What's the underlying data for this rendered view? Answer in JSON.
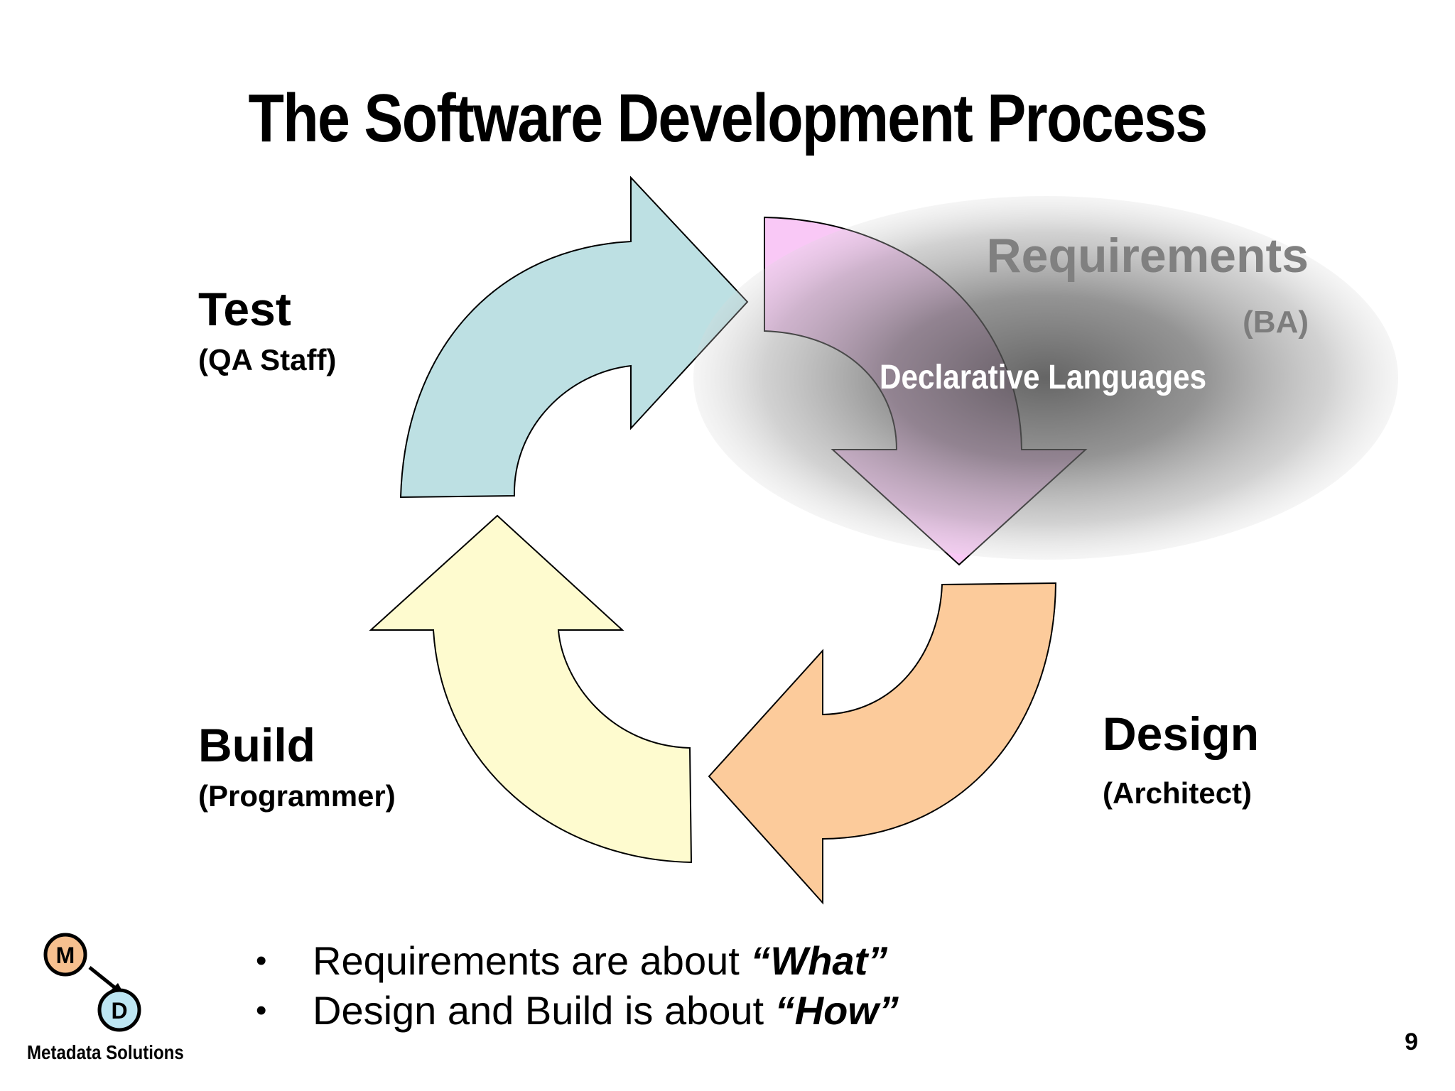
{
  "title": "The Software Development Process",
  "roles": {
    "test": {
      "name": "Test",
      "who": "(QA Staff)"
    },
    "build": {
      "name": "Build",
      "who": "(Programmer)"
    },
    "design": {
      "name": "Design",
      "who": "(Architect)"
    },
    "requirements": {
      "name": "Requirements",
      "who": "(BA)"
    }
  },
  "overlay_label": "Declarative Languages",
  "bullets": [
    {
      "text": "Requirements are about ",
      "emphasis": "“What”"
    },
    {
      "text": "Design and Build is about ",
      "emphasis": "“How”"
    }
  ],
  "bullet_glyph": "•",
  "logo": {
    "letter_top": "M",
    "letter_bottom": "D",
    "caption": "Metadata Solutions"
  },
  "page_number": "9",
  "colors": {
    "test_arrow": "#bde0e3",
    "requirements_arrow": "#f9c8f6",
    "design_arrow": "#fccb9b",
    "build_arrow": "#fefbcf",
    "logo_m": "#f7c08f",
    "logo_d": "#bde6f3"
  }
}
